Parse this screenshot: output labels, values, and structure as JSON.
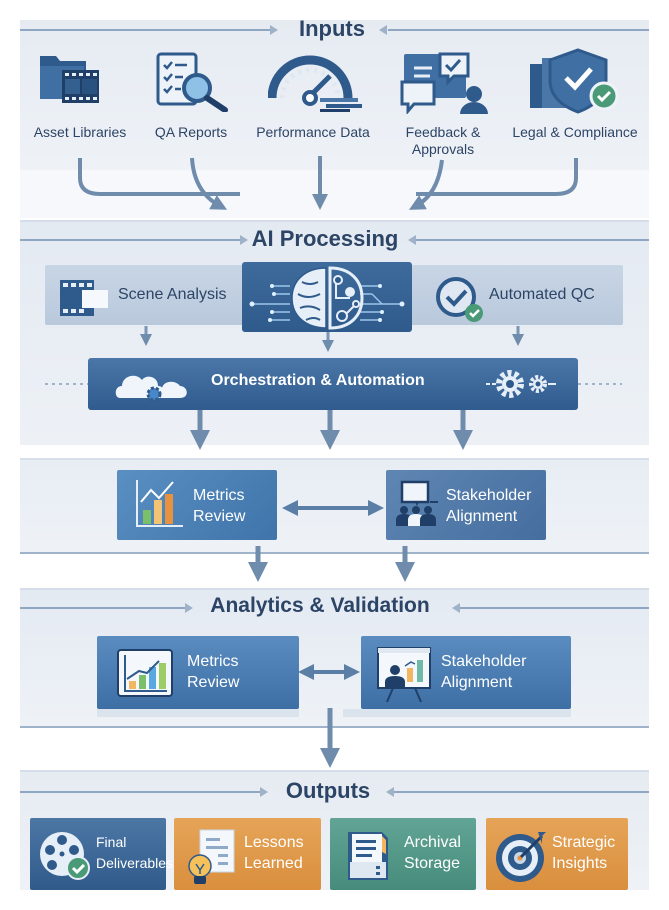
{
  "colors": {
    "navy_text": "#2c4466",
    "primary_blue": "#3f6fa3",
    "dark_blue": "#2f5a8c",
    "connector": "#6f8cad",
    "orange": "#de9646",
    "teal": "#559888",
    "green_check": "#4a9a78"
  },
  "inputs": {
    "title": "Inputs",
    "items": [
      {
        "label": "Asset Libraries",
        "icon": "folder-film-icon"
      },
      {
        "label": "QA Reports",
        "icon": "checklist-magnifier-icon"
      },
      {
        "label": "Performance Data",
        "icon": "speedometer-icon"
      },
      {
        "label": "Feedback &\nApprovals",
        "icon": "chat-approval-icon"
      },
      {
        "label": "Legal & Compliance",
        "icon": "shield-check-icon"
      }
    ]
  },
  "ai_processing": {
    "title": "AI Processing",
    "left": {
      "label": "Scene Analysis",
      "icon": "film-frame-icon"
    },
    "center": {
      "icon": "brain-circuit-icon"
    },
    "right": {
      "label": "Automated QC",
      "icon": "check-circle-icon"
    },
    "orchestration": {
      "label": "Orchestration & Automation",
      "left_icon": "cloud-gear-icon",
      "right_icon": "gears-icon"
    }
  },
  "review": {
    "cards": [
      {
        "label": "Metrics\nReview",
        "icon": "bar-chart-icon"
      },
      {
        "label": "Stakeholder\nAlignment",
        "icon": "team-meeting-icon"
      }
    ]
  },
  "analytics_validation": {
    "title": "Analytics & Validation",
    "cards": [
      {
        "label": "Metrics\nReview",
        "icon": "chart-screen-icon"
      },
      {
        "label": "Stakeholder\nAlignment",
        "icon": "presentation-board-icon"
      }
    ]
  },
  "outputs": {
    "title": "Outputs",
    "items": [
      {
        "label": "Final\nDeliverables",
        "icon": "film-reel-check-icon"
      },
      {
        "label": "Lessons\nLearned",
        "icon": "document-lightbulb-icon"
      },
      {
        "label": "Archival\nStorage",
        "icon": "archive-box-icon"
      },
      {
        "label": "Strategic\nInsights",
        "icon": "target-dart-icon"
      }
    ]
  }
}
